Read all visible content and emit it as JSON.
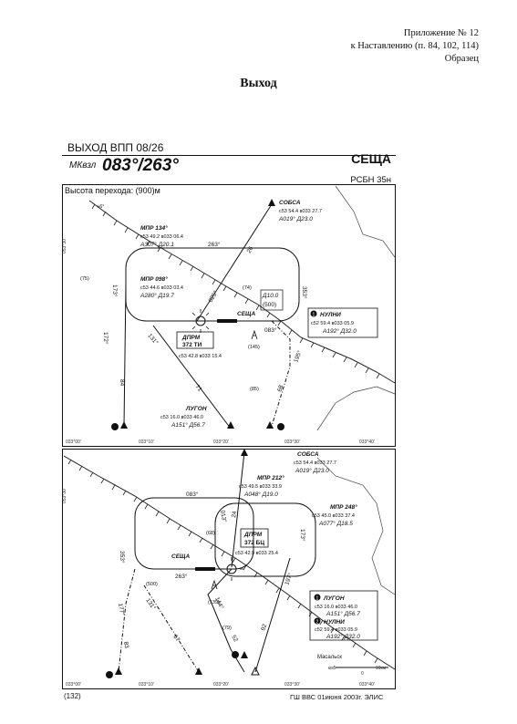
{
  "appendix": {
    "line1": "Приложение № 12",
    "line2": "к Наставлению (п. 84, 102, 114)",
    "line3": "Образец"
  },
  "title": "Выход",
  "chart": {
    "header": "ВЫХОД  ВПП 08/26",
    "mk_label": "МКвзл",
    "mk_value": "083°/263°",
    "airport": "СЕЩА",
    "rsbn": "РСБН 35н",
    "transition": "Высота перехода: (900)м",
    "footer_left": "(132)",
    "footer_right": "ГШ ВВС 01июня 2003г. ЭЛИС"
  },
  "top": {
    "sobsa": {
      "name": "СОБСА",
      "coord": "с53 54.4  в033 27.7",
      "az": "А019° Д23.0"
    },
    "mpr134": {
      "name": "МПР 134°",
      "coord": "с53 49.2 в033 06.4",
      "az": "А307° Д20.1"
    },
    "mpr098": {
      "name": "МПР 098°",
      "coord": "с53 44.6 в033 03.4",
      "az": "А280° Д19.7"
    },
    "nulni": {
      "num": "1",
      "name": "НУЛНИ",
      "coord": "с52 59.4 в033 05.9",
      "az": "А192° Д32.0"
    },
    "dprm": {
      "name": "ДПРМ",
      "freq": "372 ТИ",
      "coord": "с53 42.8 в033 15.4"
    },
    "lugon": {
      "name": "ЛУГОН",
      "coord": "с53 16.0 в033 46.0",
      "az": "А151° Д56.7"
    },
    "d10": {
      "label": "Д10.0",
      "alt": "(500)"
    },
    "sescha": "СЕЩА",
    "elev_74": "(74)",
    "elev_75": "(75)",
    "elev_145": "(145)",
    "elev_85": "(85)",
    "plus6": "+6°",
    "hdg_263": "263°",
    "hdg_083": "083°",
    "hdg_353": "353°",
    "hdg_173": "173°",
    "hdg_172": "172°",
    "hdg_131": "131°",
    "hdg_025": "025°",
    "hdg_195": "195°",
    "r_26": "26",
    "r_84": "84",
    "r_71": "71",
    "r_68": "68",
    "lat": "053°30'",
    "ticks": [
      "033°00'",
      "033°10'",
      "033°20'",
      "033°30'",
      "033°40'"
    ]
  },
  "bottom": {
    "sobsa": {
      "name": "СОБСА",
      "coord": "с53 54.4  в033 27.7",
      "az": "А019° Д23.0"
    },
    "mpr212": {
      "name": "МПР 212°",
      "coord": "с53 49.5 в033 33.9",
      "az": "А048° Д19.0"
    },
    "mpr248": {
      "name": "МПР 248°",
      "coord": "с53 45.0 в033 37.4",
      "az": "А077° Д18.5"
    },
    "dprm": {
      "name": "ДПРМ",
      "freq": "372 БЦ",
      "coord": "с53 42.9 в033 25.4"
    },
    "lugon": {
      "num": "1",
      "name": "ЛУГОН",
      "coord": "с53 16.0 в033 46.0",
      "az": "А151° Д56.7"
    },
    "nulni": {
      "num": "2",
      "name": "НУЛНИ",
      "coord": "с52 59.4 в033 05.9",
      "az": "А192° Д32.0"
    },
    "sescha": "СЕЩА",
    "hdg_083": "083°",
    "hdg_263": "263°",
    "hdg_353": "353°",
    "hdg_173": "173°",
    "hdg_013": "013°",
    "hdg_144": "144°",
    "hdg_131": "131°",
    "hdg_177": "177°",
    "hdg_197": "197°",
    "elev_500": "(500)",
    "elev_68": "(68)",
    "elev_139": "(139)",
    "elev_79": "(79)",
    "r_24": "24",
    "r_83": "83",
    "r_67": "67",
    "r_92": "92",
    "r_52": "52",
    "lat": "053°30'",
    "scale_km": "км5",
    "scale_10": "10км",
    "scale_0": "0",
    "masalsk": "Масальск",
    "ticks": [
      "033°00'",
      "033°10'",
      "033°20'",
      "033°30'",
      "033°40'"
    ]
  }
}
